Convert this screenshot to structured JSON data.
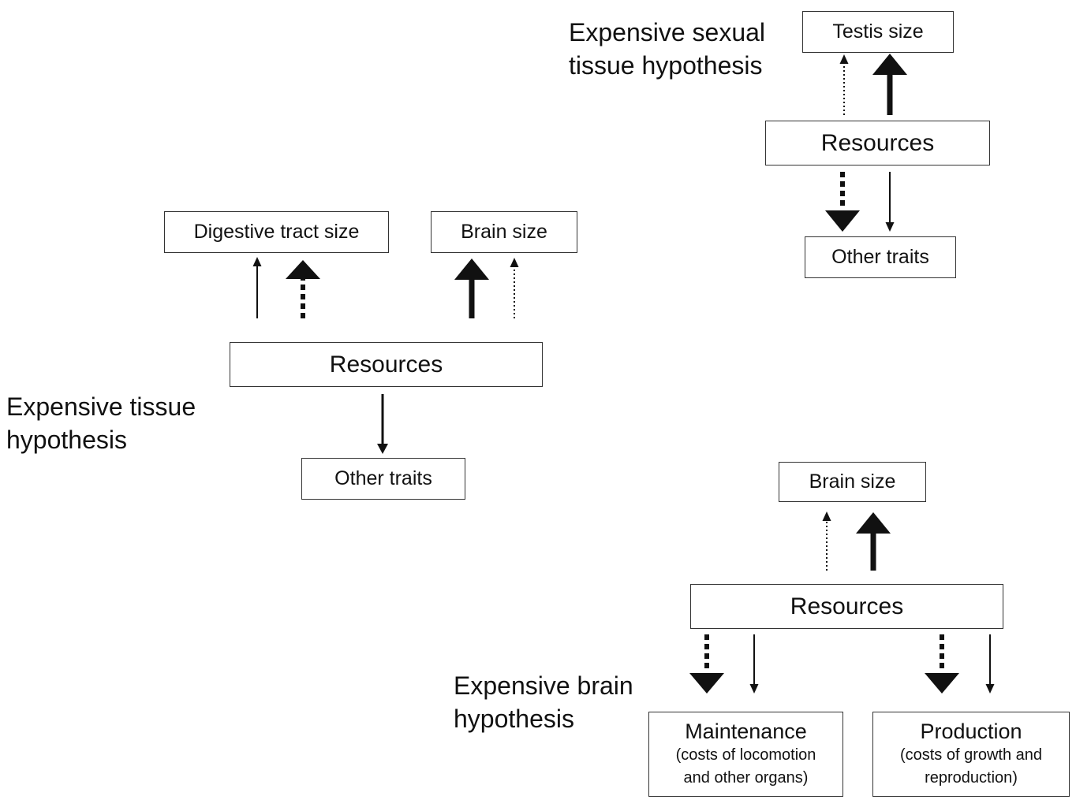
{
  "tissue": {
    "title_line1": "Expensive tissue",
    "title_line2": "hypothesis",
    "digestive_label": "Digestive tract size",
    "brain_label": "Brain size",
    "resources_label": "Resources",
    "other_label": "Other traits"
  },
  "sexual": {
    "title_line1": "Expensive sexual",
    "title_line2": "tissue hypothesis",
    "testis_label": "Testis size",
    "resources_label": "Resources",
    "other_label": "Other traits"
  },
  "brain": {
    "title_line1": "Expensive brain",
    "title_line2": "hypothesis",
    "brain_label": "Brain size",
    "resources_label": "Resources",
    "maintenance_title": "Maintenance",
    "maintenance_line1": "(costs of locomotion",
    "maintenance_line2": "and other organs)",
    "production_title": "Production",
    "production_line1": "(costs of growth and",
    "production_line2": "reproduction)"
  },
  "colors": {
    "line": "#111111",
    "box_border": "#333333"
  }
}
